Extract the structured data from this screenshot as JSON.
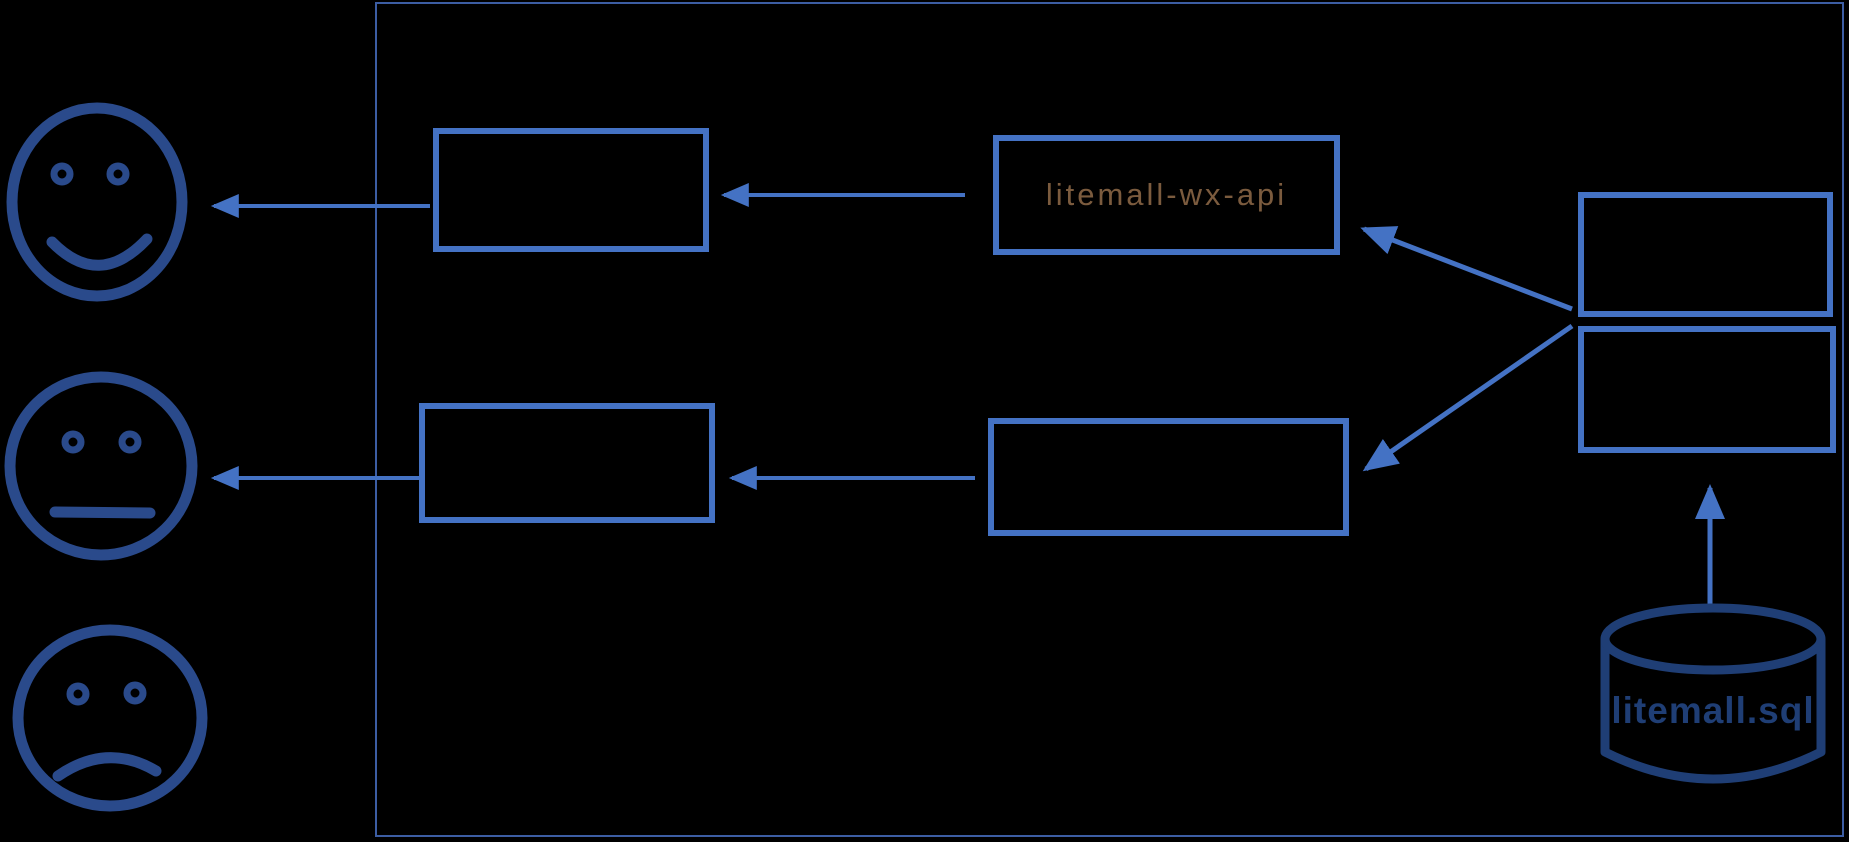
{
  "colors": {
    "background": "#000000",
    "box_border": "#4472C4",
    "arrow": "#4472C4",
    "container_border": "#3C5DA3",
    "face_stroke": "#2A4A8B",
    "database_stroke": "#1F3E75",
    "wx_api_text": "#7B5B3E",
    "database_text": "#1F3E75"
  },
  "diagram": {
    "type": "architecture-flow",
    "labels": {
      "wx_api": "litemall-wx-api",
      "database": "litemall.sql"
    },
    "nodes": [
      {
        "id": "happy-face",
        "kind": "face-happy",
        "label": ""
      },
      {
        "id": "neutral-face",
        "kind": "face-neutral",
        "label": ""
      },
      {
        "id": "sad-face",
        "kind": "face-sad",
        "label": ""
      },
      {
        "id": "box-top-left",
        "kind": "box",
        "label": ""
      },
      {
        "id": "box-wx-api",
        "kind": "box",
        "label": "litemall-wx-api"
      },
      {
        "id": "box-mid-left",
        "kind": "box",
        "label": ""
      },
      {
        "id": "box-mid",
        "kind": "box",
        "label": ""
      },
      {
        "id": "box-right-top",
        "kind": "box",
        "label": ""
      },
      {
        "id": "box-right-bottom",
        "kind": "box",
        "label": ""
      },
      {
        "id": "database",
        "kind": "cylinder",
        "label": "litemall.sql"
      }
    ],
    "edges": [
      {
        "from": "box-top-left",
        "to": "happy-face",
        "direction": "left"
      },
      {
        "from": "box-wx-api",
        "to": "box-top-left",
        "direction": "left"
      },
      {
        "from": "box-right-top",
        "to": "box-wx-api",
        "direction": "up-left"
      },
      {
        "from": "box-mid-left",
        "to": "neutral-face",
        "direction": "left"
      },
      {
        "from": "box-mid",
        "to": "box-mid-left",
        "direction": "left"
      },
      {
        "from": "box-right-bottom",
        "to": "box-mid",
        "direction": "down-left"
      },
      {
        "from": "database",
        "to": "box-right-bottom",
        "direction": "up"
      }
    ]
  }
}
